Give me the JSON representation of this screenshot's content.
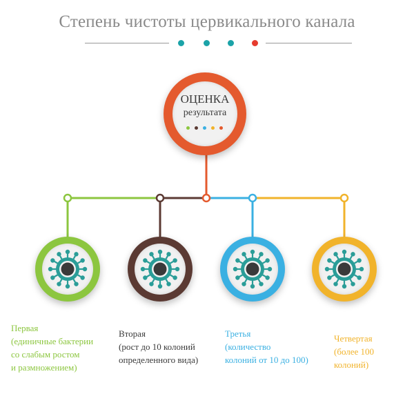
{
  "title": "Степень чистоты цервикального канала",
  "colors": {
    "title_dots": [
      "#1ba3a8",
      "#1ba3a8",
      "#1ba3a8",
      "#e63b2e"
    ],
    "center_dots": [
      "#8cc63f",
      "#5b3a33",
      "#3ab0e2",
      "#f1b32b",
      "#e45a2e"
    ],
    "virus": "#2a9d98"
  },
  "center": {
    "line1": "ОЦЕНКА",
    "line2": "результата",
    "color": "#e45a2e"
  },
  "stages": [
    {
      "color": "#8cc63f",
      "lines": [
        "Первая",
        "(единичные бактерии",
        "со слабым ростом",
        "и размножением)"
      ]
    },
    {
      "color": "#5b3a33",
      "lines": [
        "Вторая",
        "(рост до 10 колоний",
        "определенного вида)"
      ]
    },
    {
      "color": "#3ab0e2",
      "lines": [
        "Третья",
        "(количество",
        "колоний от 10 до 100)"
      ]
    },
    {
      "color": "#f1b32b",
      "lines": [
        "Четвертая",
        "(более 100",
        "колоний)"
      ]
    }
  ]
}
